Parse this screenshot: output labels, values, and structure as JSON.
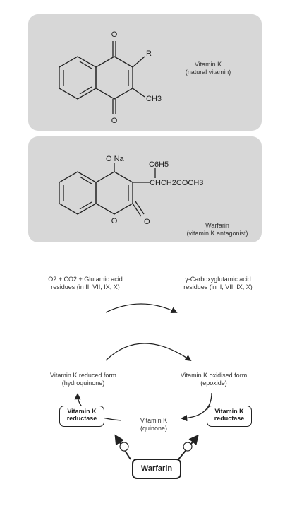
{
  "vitamin_k": {
    "atom_o_top": "O",
    "atom_o_bottom": "O",
    "group_r": "R",
    "group_ch3": "CH3",
    "name": "Vitamin K",
    "subtitle": "(natural vitamin)"
  },
  "warfarin": {
    "atom_o_na": "O Na",
    "atom_o_ring": "O",
    "atom_o_carbonyl": "O",
    "group_phenyl": "C6H5",
    "chain": "CHCH2COCH3",
    "name": "Warfarin",
    "subtitle": "(vitamin K antagonist)"
  },
  "cycle": {
    "substrate": "O2 + CO2 + Glutamic acid residues (in II, VII, IX, X)",
    "product": "γ-Carboxyglutamic acid residues (in II, VII, IX, X)",
    "reduced_form": "Vitamin K reduced form (hydroquinone)",
    "oxidised_form": "Vitamin K oxidised form (epoxide)",
    "quinone": "Vitamin K (quinone)",
    "reductase_left": "Vitamin K reductase",
    "reductase_right": "Vitamin K reductase",
    "inhibitor": "Warfarin",
    "inhibit_symbol": "⊖"
  }
}
